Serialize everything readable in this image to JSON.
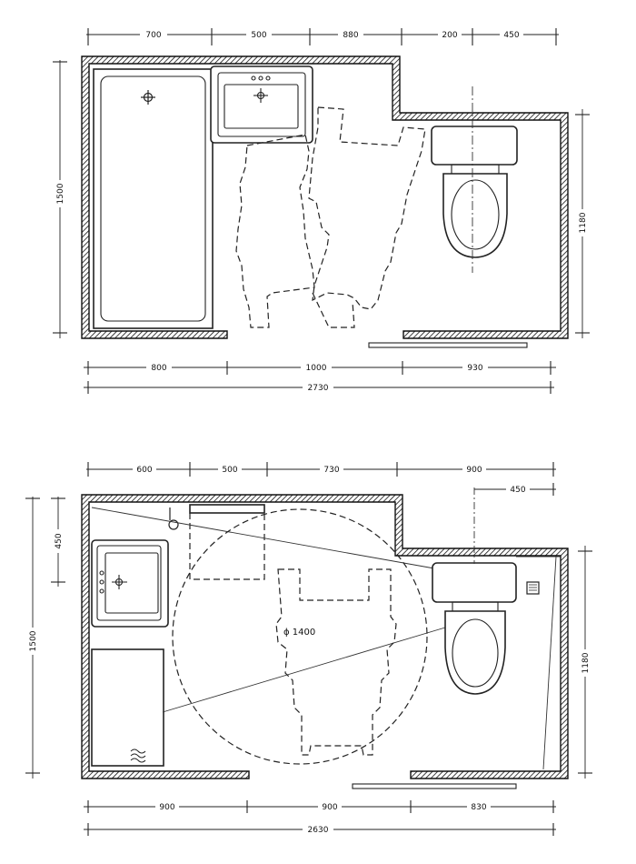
{
  "plan_1": {
    "top_dims": [
      "700",
      "500",
      "880",
      "200",
      "450"
    ],
    "bottom_dims": [
      "800",
      "1000",
      "930"
    ],
    "overall": "2730",
    "left_dim": "1500",
    "right_dim": "1180"
  },
  "plan_2": {
    "top_dims": [
      "600",
      "500",
      "730",
      "900"
    ],
    "toilet_offset": "450",
    "basin_offset": "450",
    "bottom_dims": [
      "900",
      "900",
      "830"
    ],
    "overall": "2630",
    "left_dim": "1500",
    "right_dim": "1180",
    "turning_circle": "ϕ 1400"
  }
}
